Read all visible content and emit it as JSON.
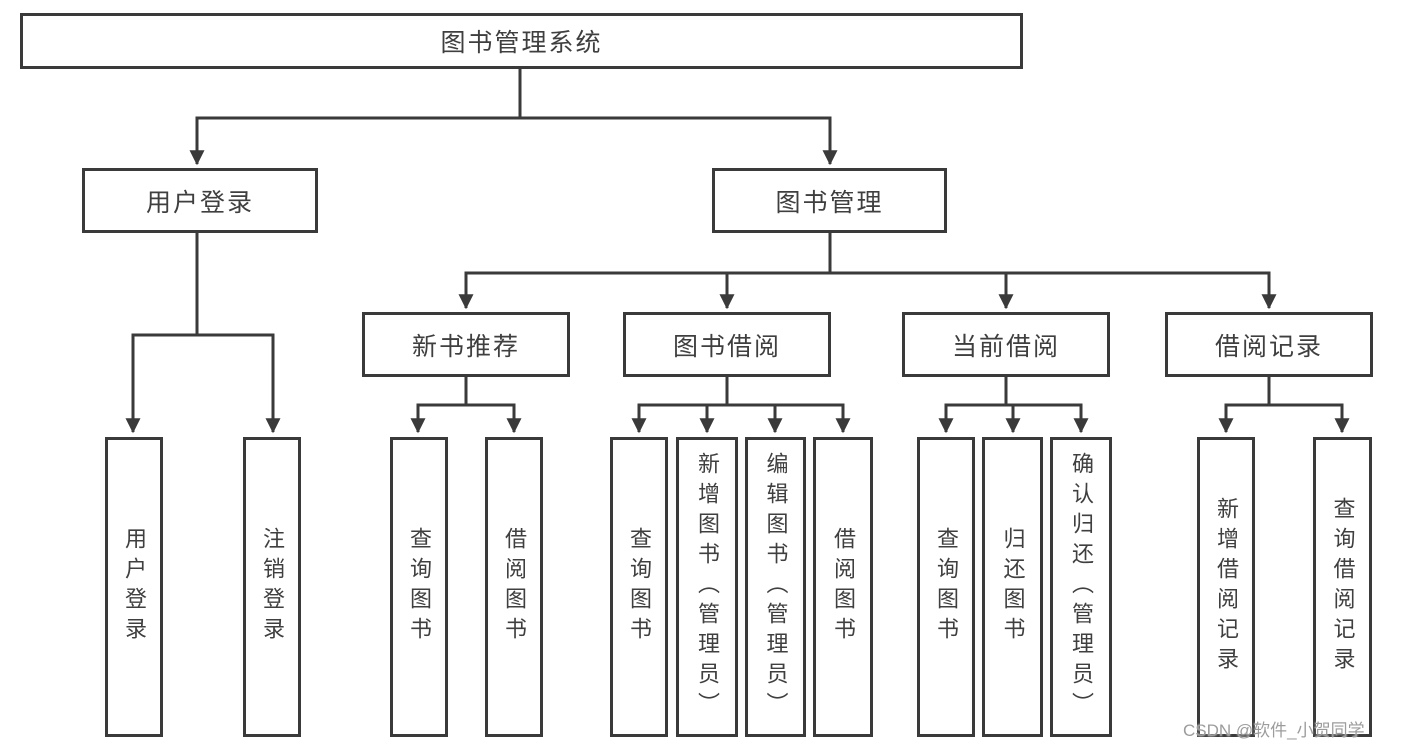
{
  "diagram": {
    "kind": "hierarchy-diagram",
    "colors": {
      "line": "#3a3a3a",
      "box_border": "#3a3a3a",
      "text": "#3f3f3f",
      "background": "#ffffff",
      "watermark": "#9c9c9c"
    }
  },
  "tree": {
    "root": "图书管理系统",
    "children": [
      {
        "label": "用户登录",
        "children": [
          "用户登录",
          "注销登录"
        ]
      },
      {
        "label": "图书管理",
        "children": [
          {
            "label": "新书推荐",
            "children": [
              "查询图书",
              "借阅图书"
            ]
          },
          {
            "label": "图书借阅",
            "children": [
              "查询图书",
              "新增图书（管理员）",
              "编辑图书（管理员）",
              "借阅图书"
            ]
          },
          {
            "label": "当前借阅",
            "children": [
              "查询图书",
              "归还图书",
              "确认归还（管理员）"
            ]
          },
          {
            "label": "借阅记录",
            "children": [
              "新增借阅记录",
              "查询借阅记录"
            ]
          }
        ]
      }
    ]
  },
  "watermark": {
    "text": "CSDN @软件_小贺同学"
  }
}
